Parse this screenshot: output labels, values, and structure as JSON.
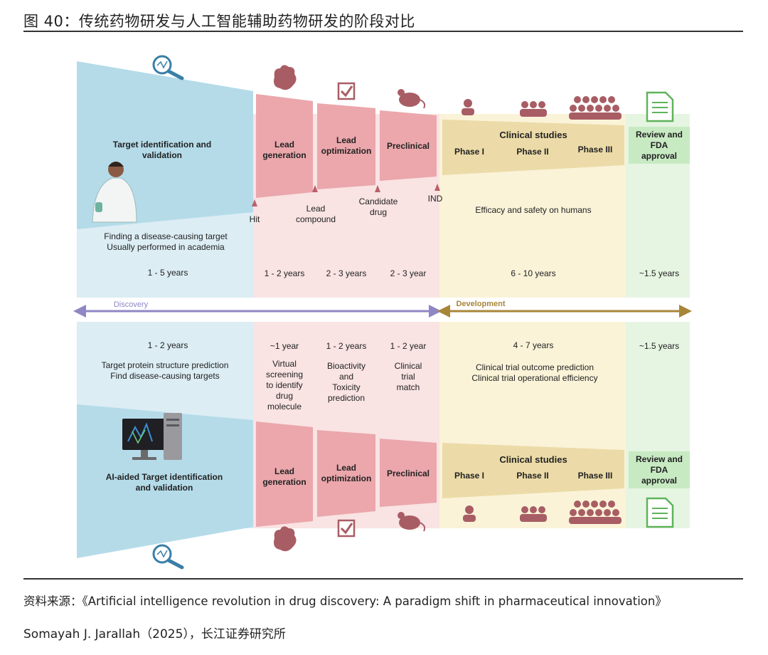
{
  "figure_title": "图 40：传统药物研发与人工智能辅助药物研发的阶段对比",
  "traditional": {
    "target_title": "Target identification and\nvalidation",
    "target_desc": "Finding a disease-causing target\nUsually performed in academia",
    "target_years": "1 - 5 years",
    "lead_gen": "Lead\ngeneration",
    "lead_gen_years": "1 - 2  years",
    "lead_opt": "Lead\noptimization",
    "lead_opt_years": "2 - 3  years",
    "preclinical": "Preclinical",
    "preclinical_years": "2 - 3  year",
    "clinical_title": "Clinical studies",
    "phase1": "Phase I",
    "phase2": "Phase II",
    "phase3": "Phase III",
    "clinical_desc": "Efficacy and safety on humans",
    "clinical_years": "6 - 10  years",
    "review": "Review and\nFDA\napproval",
    "review_years": "~1.5 years"
  },
  "milestones": {
    "hit": "Hit",
    "lead_compound": "Lead\ncompound",
    "candidate_drug": "Candidate\ndrug",
    "ind": "IND"
  },
  "axis": {
    "discovery": "Discovery",
    "development": "Development"
  },
  "ai": {
    "target_years": "1 - 2  years",
    "target_desc": "Target protein structure prediction\nFind disease-causing targets",
    "target_title": "AI-aided Target identification\nand validation",
    "lead_gen_years": "~1 year",
    "lead_gen_desc": "Virtual\nscreening\nto identify\ndrug\nmolecule",
    "lead_gen": "Lead\ngeneration",
    "lead_opt_years": "1 - 2 years",
    "lead_opt_desc": "Bioactivity\nand\nToxicity\nprediction",
    "lead_opt": "Lead\noptimization",
    "preclinical_years": "1 - 2  year",
    "preclinical_desc": "Clinical\ntrial\nmatch",
    "preclinical": "Preclinical",
    "clinical_years": "4 - 7  years",
    "clinical_desc": "Clinical trial outcome prediction\nClinical trial operational efficiency",
    "clinical_title": "Clinical studies",
    "phase1": "Phase I",
    "phase2": "Phase II",
    "phase3": "Phase III",
    "review_years": "~1.5 years",
    "review": "Review and\nFDA\napproval"
  },
  "source_line1": "资料来源：《Artificial intelligence revolution in drug discovery: A paradigm shift in pharmaceutical innovation》",
  "source_line2": "Somayah J. Jarallah（2025），长江证券研究所",
  "colors": {
    "blue": "#b5dbe9",
    "blue_light": "#dcedf4",
    "pink": "#eba7ac",
    "pink_light": "#f9e3e3",
    "yellow": "#ecdba8",
    "yellow_light": "#faf3d8",
    "green": "#c8eac3",
    "green_light": "#e6f5e2",
    "icon_red": "#a85d64",
    "arrow_purple": "#8f87c4",
    "arrow_gold": "#a88639"
  }
}
